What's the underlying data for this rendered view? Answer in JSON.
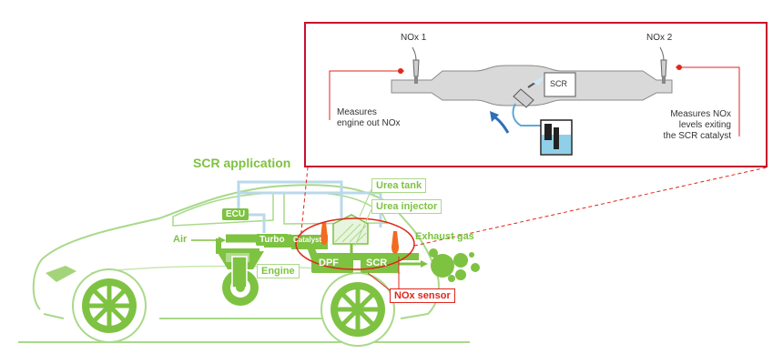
{
  "title": "SCR application",
  "inset": {
    "sensor1_label": "NOx 1",
    "sensor2_label": "NOx 2",
    "scr_label": "SCR",
    "note_left": [
      "Measures",
      "engine out NOx"
    ],
    "note_right": [
      "Measures NOx",
      "levels exiting",
      "the SCR catalyst"
    ]
  },
  "car": {
    "ecu": "ECU",
    "air": "Air",
    "turbo": "Turbo",
    "catalyst": "Catalyst",
    "engine": "Engine",
    "dpf": "DPF",
    "scr": "SCR",
    "urea_tank": "Urea tank",
    "urea_injector": "Urea injector",
    "exhaust_gas": "Exhaust gas",
    "nox_sensor": "NOx sensor"
  },
  "colors": {
    "green": "#7ec242",
    "light_green": "#a9d98a",
    "blue_line": "#b9d9ea",
    "red": "#e1251b",
    "orange": "#f26b21",
    "inset_border": "#c8102e"
  }
}
